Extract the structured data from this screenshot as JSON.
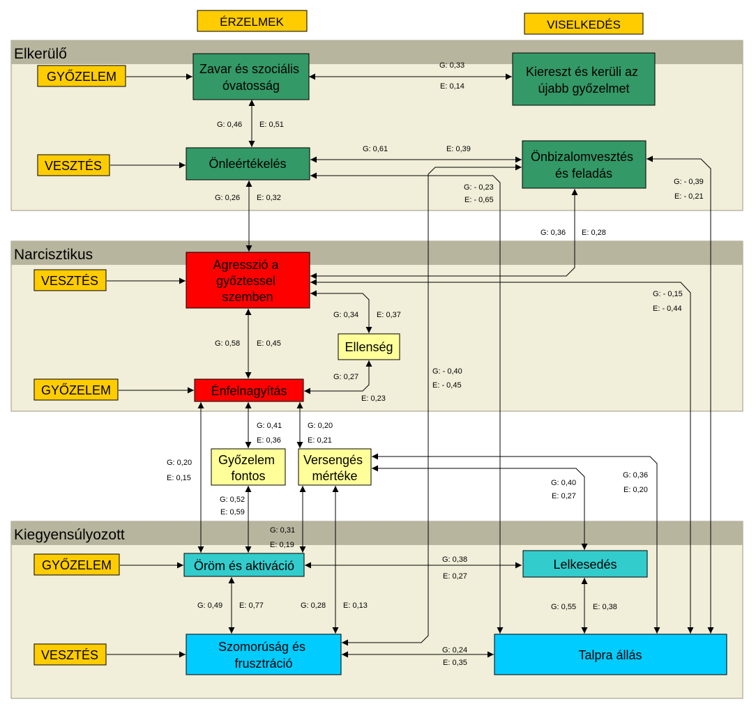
{
  "colors": {
    "panel_fill": "#f1eed9",
    "panel_header": "#b8b59e",
    "panel_border": "#9a9782",
    "orange": "#ffcc00",
    "dark_green": "#339966",
    "red": "#ff0000",
    "light_yellow": "#ffff99",
    "teal": "#33cccc",
    "sky_blue": "#00ccff"
  },
  "headers": {
    "emotions": "ÉRZELMEK",
    "behavior": "VISELKEDÉS"
  },
  "sections": {
    "elkerulo": "Elkerülő",
    "narcisztikus": "Narcisztikus",
    "kiegyensulyozott": "Kiegyensúlyozott"
  },
  "inputs": {
    "gyozelem": "GYŐZELEM",
    "vesztes": "VESZTÉS"
  },
  "nodes": {
    "zavar": [
      "Zavar és szociális",
      "óvatosság"
    ],
    "kiereszt": [
      "Kiereszt és kerüli az",
      "újabb győzelmet"
    ],
    "onleertekeles": [
      "Önleértékelés"
    ],
    "onbizalom": [
      "Önbizalomvesztés",
      "és feladás"
    ],
    "agresszio": [
      "Agresszió a",
      "győztessel",
      "szemben"
    ],
    "ellenseg": [
      "Ellenség"
    ],
    "enfelnagyitas": [
      "Énfelnagyítás"
    ],
    "gyozelem_fontos": [
      "Győzelem",
      "fontos"
    ],
    "versenges": [
      "Versengés",
      "mértéke"
    ],
    "orom": [
      "Öröm és aktiváció"
    ],
    "lelkesedes": [
      "Lelkesedés"
    ],
    "szomorusag": [
      "Szomorúság és",
      "frusztráció"
    ],
    "talpra": [
      "Talpra állás"
    ]
  },
  "edge_labels": {
    "zavar_kiereszt_g": "G: 0,33",
    "zavar_kiereszt_e": "E: 0,14",
    "zavar_onleert_g": "G: 0,46",
    "zavar_onleert_e": "E: 0,51",
    "onleert_onbiz_g": "G: 0,61",
    "onleert_onbiz_e": "E: 0,39",
    "onleert_agr_g": "G: 0,26",
    "onleert_agr_e": "E: 0,32",
    "talpra_onleert_g": "G: - 0,23",
    "talpra_onleert_e": "E: - 0,65",
    "talpra_onbiz_g": "G: - 0,39",
    "talpra_onbiz_e": "E: - 0,21",
    "agr_onbiz_g": "G: 0,36",
    "agr_onbiz_e": "E: 0,28",
    "talpra_agr_g": "G: - 0,15",
    "talpra_agr_e": "E: - 0,44",
    "agr_ellenseg_g": "G: 0,34",
    "agr_ellenseg_e": "E: 0,37",
    "agr_enfel_g": "G: 0,58",
    "agr_enfel_e": "E: 0,45",
    "ellenseg_enfel_g": "G: 0,27",
    "ellenseg_enfel_e": "E: 0,23",
    "szom_onbiz_g": "G: - 0,40",
    "szom_onbiz_e": "E: - 0,45",
    "enfel_gyfontos_g": "G: 0,41",
    "enfel_gyfontos_e": "E: 0,36",
    "enfel_versenges_g": "G: 0,20",
    "enfel_versenges_e": "E: 0,21",
    "enfel_orom_g": "G: 0,20",
    "enfel_orom_e": "E: 0,15",
    "gyfontos_orom_g": "G: 0,52",
    "gyfontos_orom_e": "E: 0,59",
    "versenges_orom_g": "G: 0,31",
    "versenges_orom_e": "E: 0,19",
    "versenges_lelkes_g": "G: 0,40",
    "versenges_lelkes_e": "E: 0,27",
    "versenges_talpra_g": "G: 0,36",
    "versenges_talpra_e": "E: 0,20",
    "orom_lelkes_g": "G: 0,38",
    "orom_lelkes_e": "E: 0,27",
    "orom_szom_g": "G: 0,49",
    "orom_szom_e": "E: 0,77",
    "versenges_szom_g": "G: 0,28",
    "versenges_szom_e": "E: 0,13",
    "lelkes_talpra_g": "G: 0,55",
    "lelkes_talpra_e": "E: 0,38",
    "szom_talpra_g": "G: 0,24",
    "szom_talpra_e": "E: 0,35"
  }
}
